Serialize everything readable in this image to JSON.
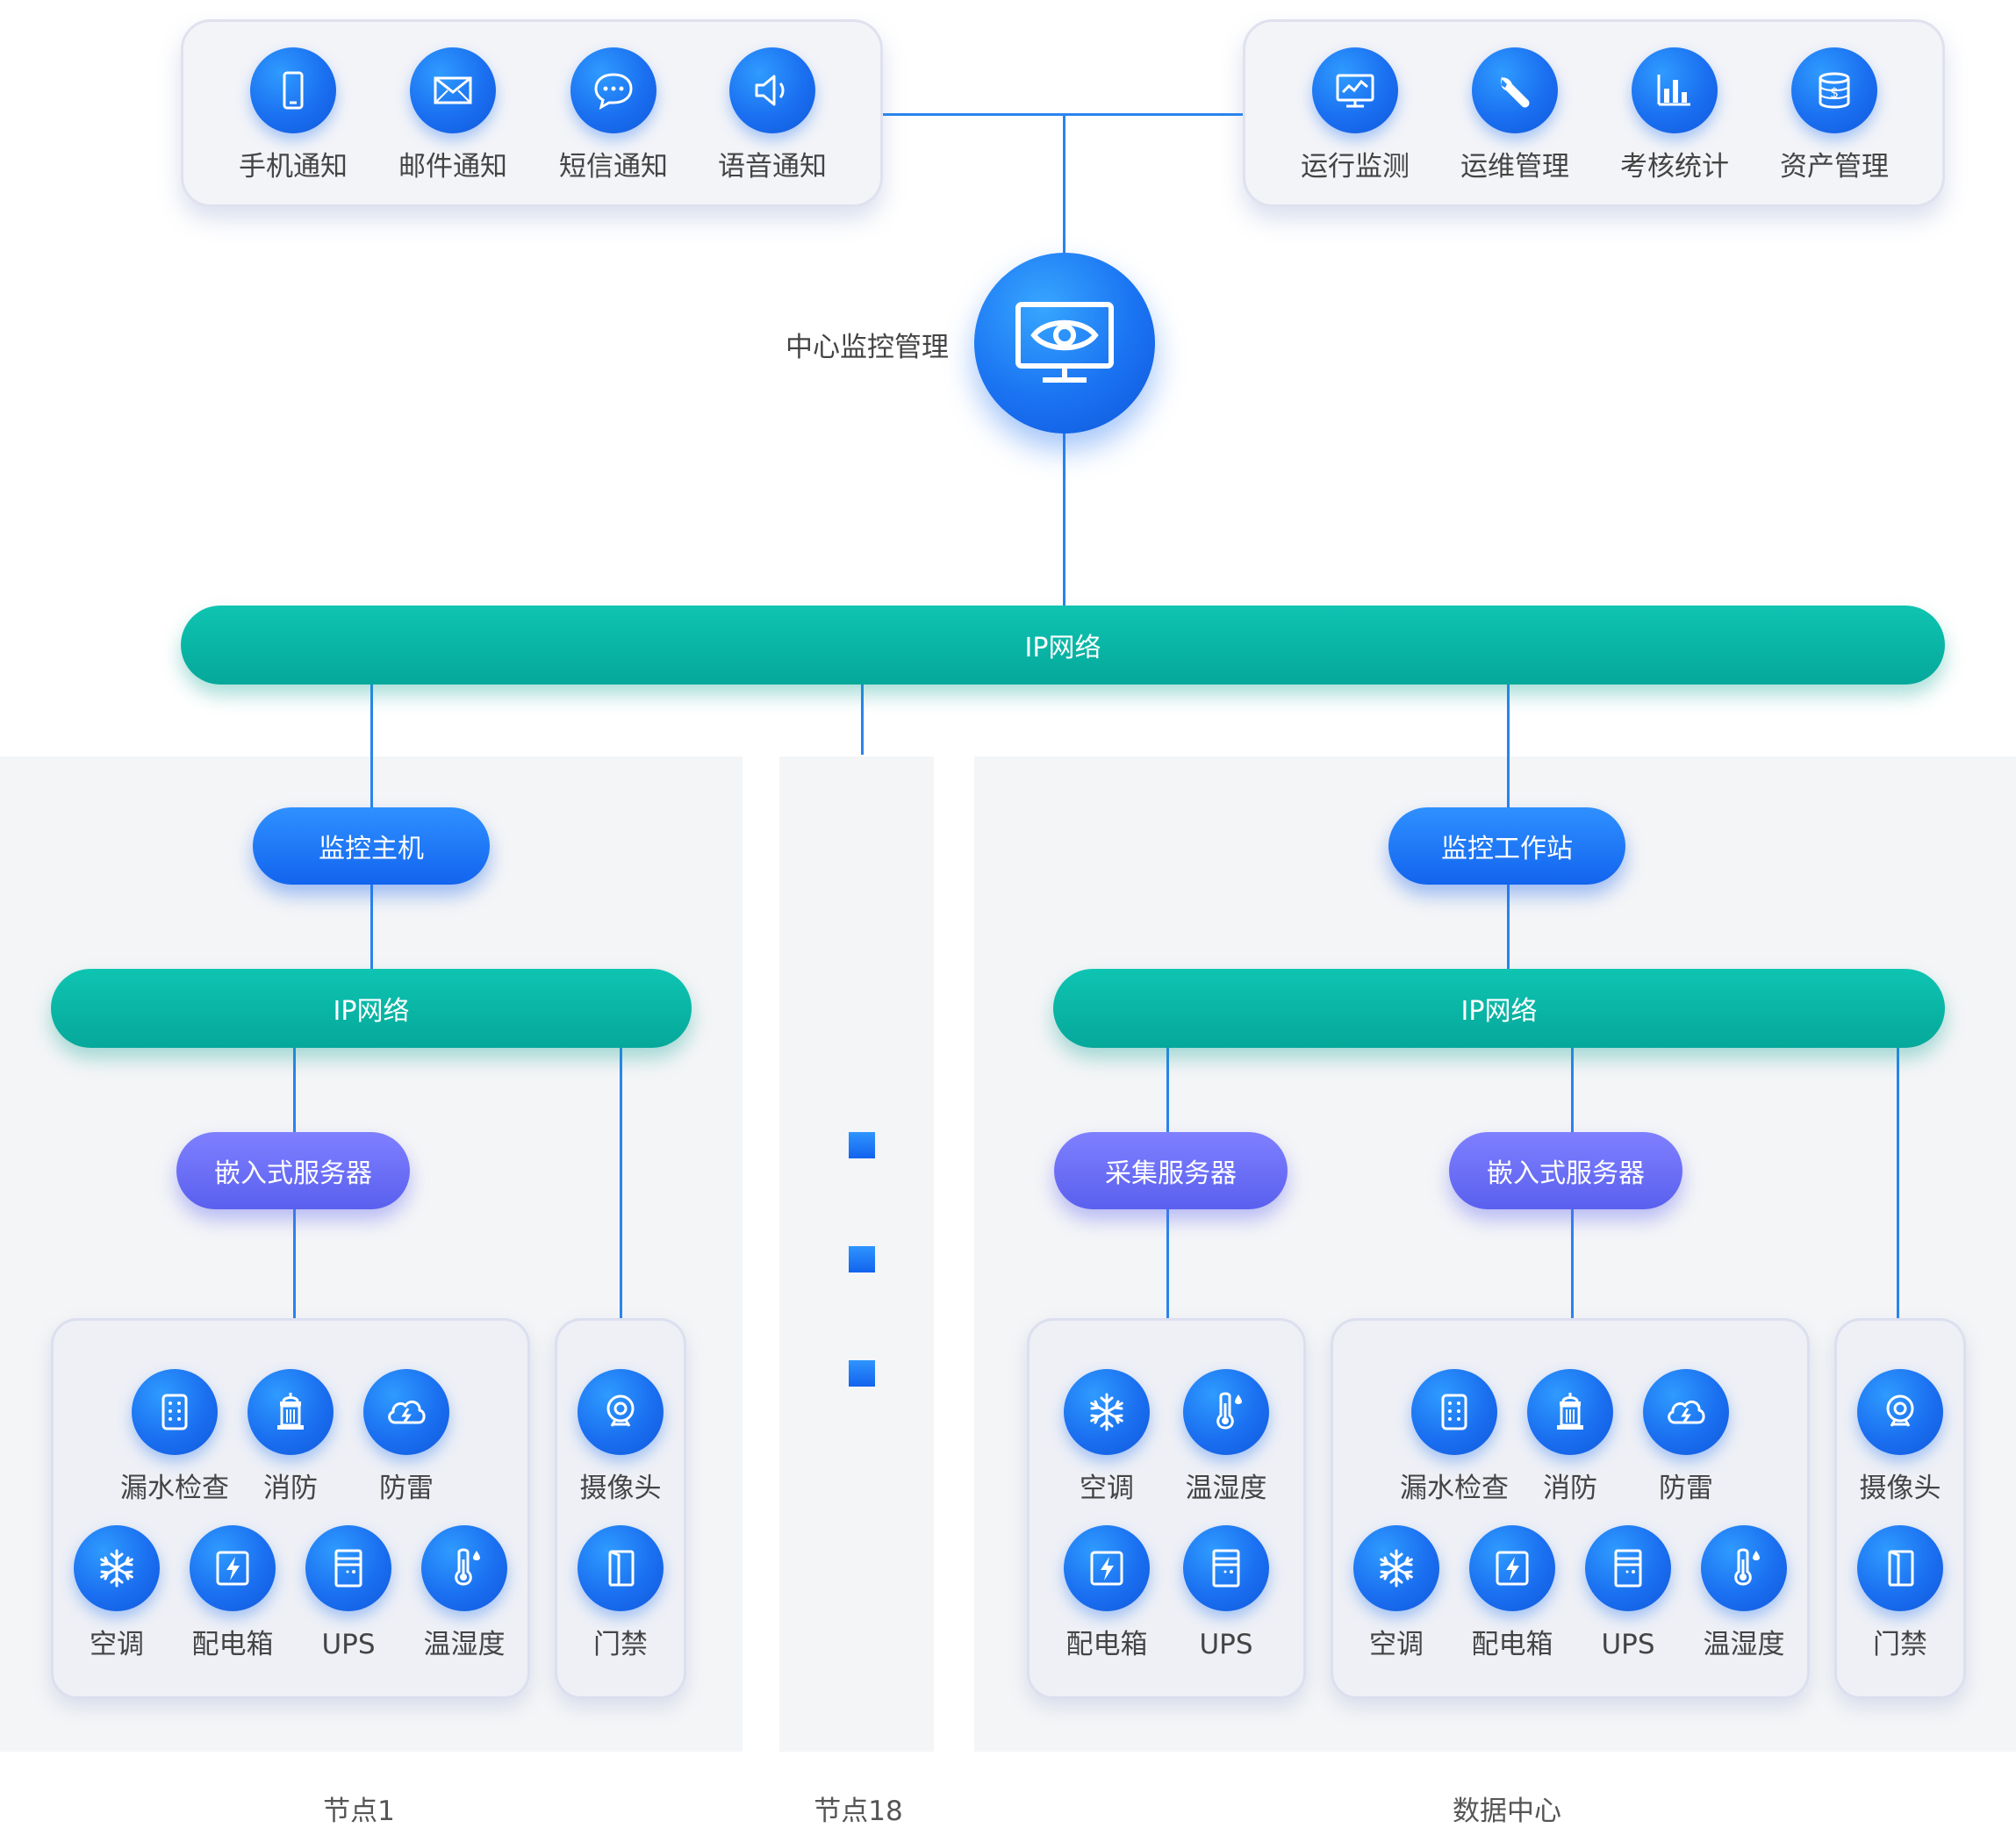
{
  "notify": {
    "phone": "手机通知",
    "mail": "邮件通知",
    "sms": "短信通知",
    "voice": "语音通知"
  },
  "mgmt": {
    "monitor": "运行监测",
    "ops": "运维管理",
    "stats": "考核统计",
    "asset": "资产管理"
  },
  "center": {
    "label": "中心监控管理"
  },
  "network": {
    "top": "IP网络",
    "left": "IP网络",
    "right": "IP网络"
  },
  "node1": {
    "host": "监控主机",
    "server": "嵌入式服务器",
    "devices": {
      "leak": "漏水检查",
      "fire": "消防",
      "lightning": "防雷",
      "ac": "空调",
      "power": "配电箱",
      "ups": "UPS",
      "temp": "温湿度"
    },
    "side": {
      "camera": "摄像头",
      "door": "门禁"
    },
    "title": "节点1"
  },
  "node18": {
    "title": "节点18"
  },
  "dc": {
    "workstation": "监控工作站",
    "collect": "采集服务器",
    "server": "嵌入式服务器",
    "groupA": {
      "ac": "空调",
      "temp": "温湿度",
      "power": "配电箱",
      "ups": "UPS"
    },
    "groupB": {
      "leak": "漏水检查",
      "fire": "消防",
      "lightning": "防雷",
      "ac": "空调",
      "power": "配电箱",
      "ups": "UPS",
      "temp": "温湿度"
    },
    "side": {
      "camera": "摄像头",
      "door": "门禁"
    },
    "title": "数据中心"
  }
}
